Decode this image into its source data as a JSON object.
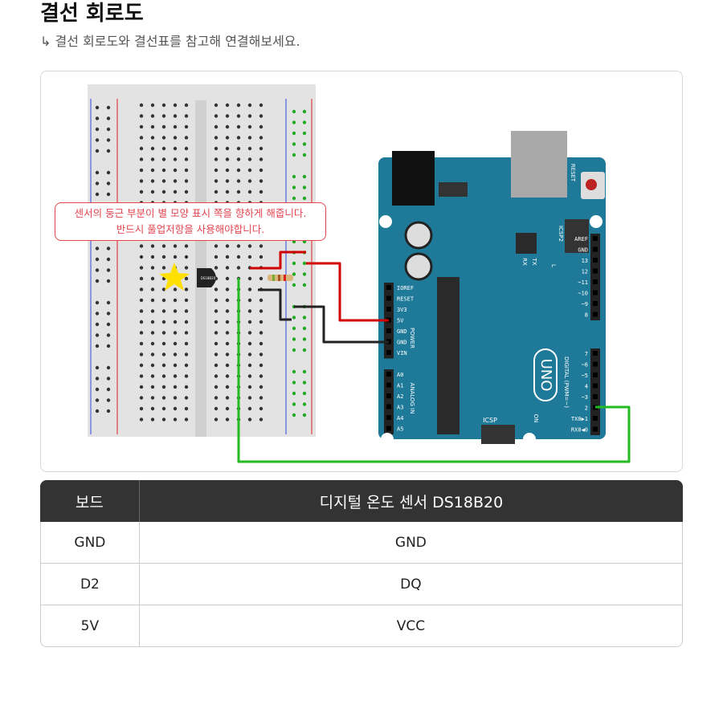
{
  "header": {
    "title": "결선 회로도",
    "subtitle": "↳ 결선 회로도와 결선표를 참고해 연결해보세요."
  },
  "diagram": {
    "note_line1": "센서의 둥근 부분이 별 모양 표시 쪽을 향하게 해줍니다.",
    "note_line2": "반드시 풀업저항을 사용해야합니다.",
    "board_logo": "UNO",
    "power_pins": [
      "IOREF",
      "RESET",
      "3V3",
      "5V",
      "GND",
      "GND",
      "VIN"
    ],
    "analog_pins": [
      "A0",
      "A1",
      "A2",
      "A3",
      "A4",
      "A5"
    ],
    "digital_top_pins": [
      "AREF",
      "GND",
      "13",
      "12",
      "~11",
      "~10",
      "~9",
      "8"
    ],
    "digital_bottom_pins": [
      "7",
      "~6",
      "~5",
      "4",
      "~3",
      "2",
      "TX0▶1",
      "RX0◀0"
    ],
    "labels": {
      "power": "POWER",
      "analog": "ANALOG IN",
      "digital": "DIGITAL (PWM=~)",
      "reset": "RESET",
      "icsp": "ICSP",
      "icsp2": "ICSP2",
      "tx": "TX",
      "rx": "RX",
      "l": "L",
      "on": "ON",
      "sensor": "DS18B20"
    },
    "colors": {
      "board": "#1f7a99",
      "wire_5v": "#d00000",
      "wire_gnd": "#222222",
      "wire_data": "#22bb22",
      "star": "#ffe000"
    }
  },
  "table": {
    "headers": [
      "보드",
      "디지털 온도 센서 DS18B20"
    ],
    "rows": [
      [
        "GND",
        "GND"
      ],
      [
        "D2",
        "DQ"
      ],
      [
        "5V",
        "VCC"
      ]
    ]
  }
}
